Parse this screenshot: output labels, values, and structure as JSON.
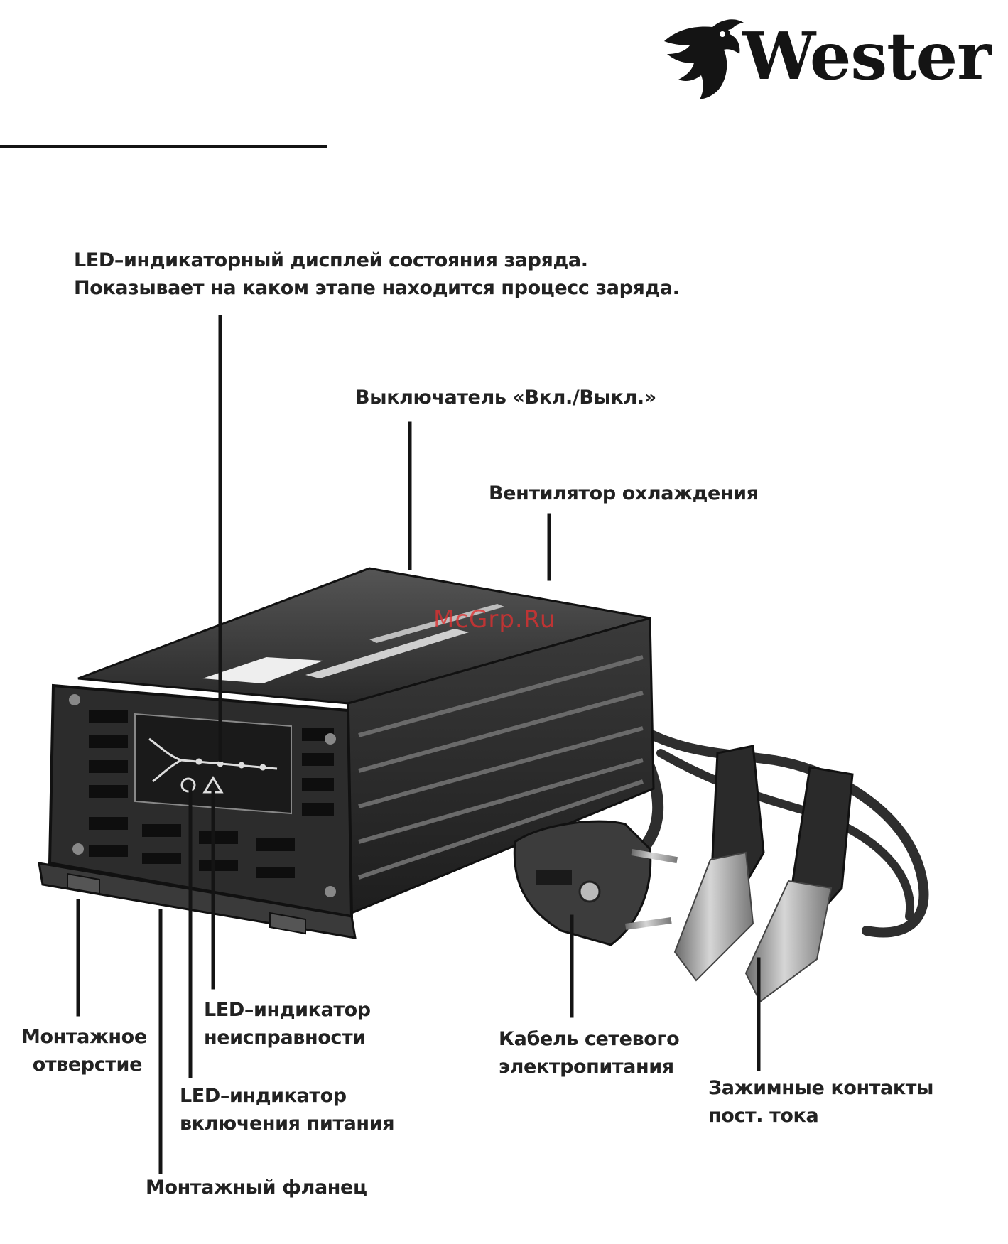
{
  "brand": {
    "name": "Wester",
    "logo_icon": "eagle-head-icon"
  },
  "watermark": "McGrp.Ru",
  "callouts": {
    "led_display": {
      "line1": "LED–индикаторный дисплей состояния заряда.",
      "line2": "Показывает на каком этапе находится процесс заряда."
    },
    "power_switch": "Выключатель «Вкл./Выкл.»",
    "cooling_fan": "Вентилятор охлаждения",
    "mount_hole": {
      "line1": "Монтажное",
      "line2": "отверстие"
    },
    "fault_led": {
      "line1": "LED–индикатор",
      "line2": "неисправности"
    },
    "power_led": {
      "line1": "LED–индикатор",
      "line2": "включения питания"
    },
    "mount_flange": "Монтажный фланец",
    "mains_cable": {
      "line1": "Кабель сетевого",
      "line2": "электропитания"
    },
    "dc_clamps": {
      "line1": "Зажимные контакты",
      "line2": "пост. тока"
    }
  },
  "colors": {
    "ink": "#141414",
    "housing": "#2b2b2b",
    "housing_light": "#4a4a4a",
    "chrome": "#9a9a9a",
    "watermark": "#e03030"
  }
}
